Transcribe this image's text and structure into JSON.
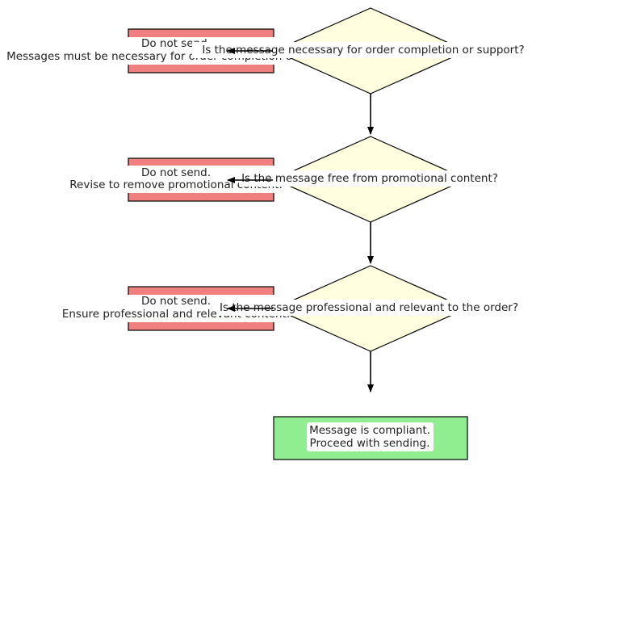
{
  "diagram": {
    "decisions": [
      {
        "id": "d1",
        "label": "Is the message necessary for order completion or support?"
      },
      {
        "id": "d2",
        "label": "Is the message free from promotional content?"
      },
      {
        "id": "d3",
        "label": "Is the message professional and relevant to the order?"
      }
    ],
    "rejections": [
      {
        "id": "r1",
        "line1": "Do not send.",
        "line2": "Messages must be necessary for order completion or support."
      },
      {
        "id": "r2",
        "line1": "Do not send.",
        "line2": "Revise to remove promotional content."
      },
      {
        "id": "r3",
        "line1": "Do not send.",
        "line2": "Ensure professional and relevant content."
      }
    ],
    "final": {
      "line1": "Message is compliant.",
      "line2": "Proceed with sending."
    },
    "colors": {
      "decision_fill": "#ffffe0",
      "reject_fill": "#f08080",
      "final_fill": "#90ee90",
      "stroke": "#000000"
    }
  }
}
